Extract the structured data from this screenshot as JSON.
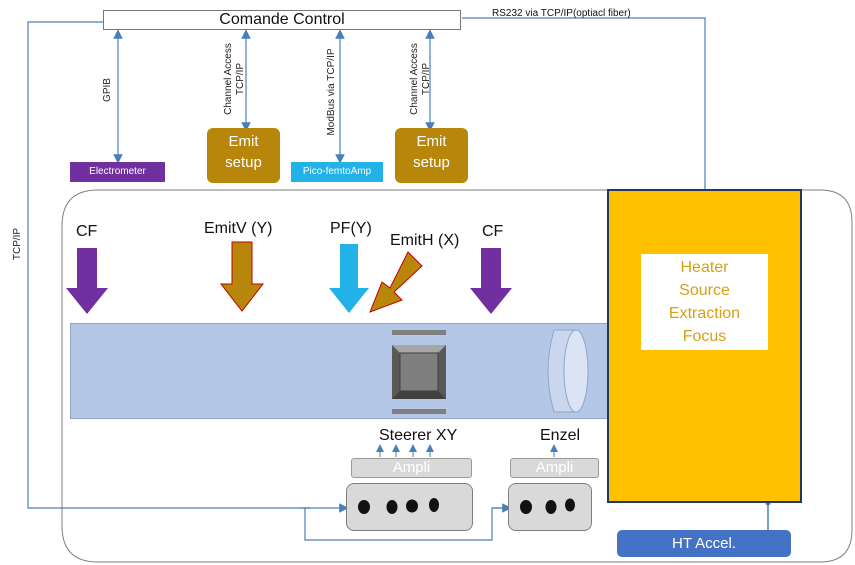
{
  "control": {
    "title": "Comande Control"
  },
  "links": {
    "rs232": "RS232 via TCP/IP(optiacl fiber)",
    "tcpip": "TCP/IP",
    "gpib": "GPIB",
    "channel_access_1": "Channel Access",
    "channel_access_1b": "TCP/IP",
    "modbus": "ModBus via TCP/IP",
    "channel_access_2": "Channel Access",
    "channel_access_2b": "TCP/IP"
  },
  "devices": {
    "electrometer": "Electrometer",
    "emit_setup_1": [
      "Emit",
      "setup"
    ],
    "pico": "Pico-femtoAmp",
    "emit_setup_2": [
      "Emit",
      "setup"
    ]
  },
  "beamline": {
    "cf_left": "CF",
    "emitv": "EmitV (Y)",
    "pf": "PF(Y)",
    "emith": "EmitH (X)",
    "cf_right": "CF",
    "steerer": "Steerer XY",
    "enzel": "Enzel",
    "ampli_1": "Ampli",
    "ampli_2": "Ampli"
  },
  "source": {
    "lines": [
      "Heater",
      "Source",
      "Extraction",
      "Focus"
    ]
  },
  "ht_accel": "HT Accel.",
  "colors": {
    "link_blue": "#4a7ebb",
    "emit_brown": "#b8860b",
    "purple": "#7030a0",
    "cyan": "#22b2e8",
    "source_yellow": "#ffc000",
    "beam_pipe": "#b4c7e7",
    "ht_blue": "#4472c4"
  }
}
